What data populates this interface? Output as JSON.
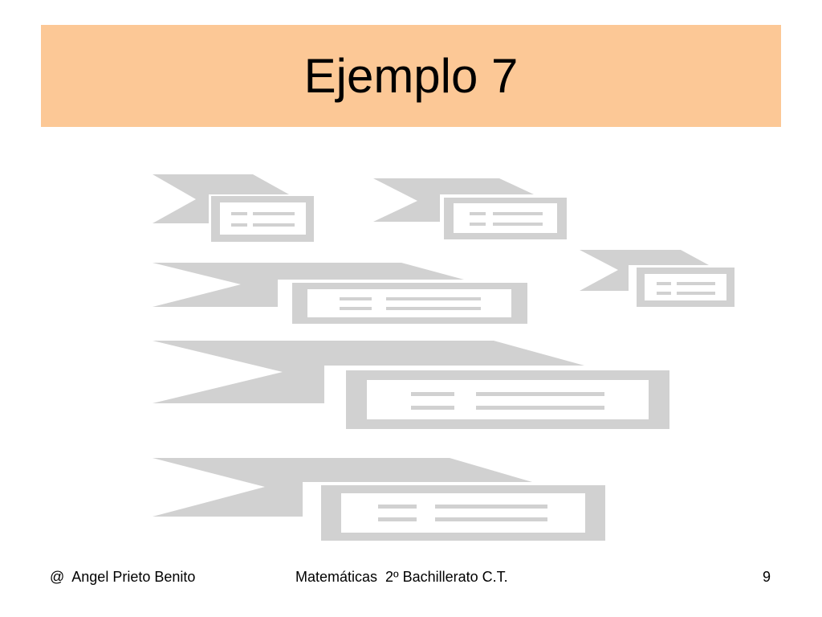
{
  "slide": {
    "title": "Ejemplo 7",
    "title_band_color": "#fcc896",
    "graphic_color": "#d1d1d1",
    "graphic": "six grey banner-and-text-box placeholder graphics"
  },
  "footer": {
    "author": "@  Angel Prieto Benito",
    "course": "Matemáticas  2º Bachillerato C.T.",
    "page_number": "9"
  }
}
